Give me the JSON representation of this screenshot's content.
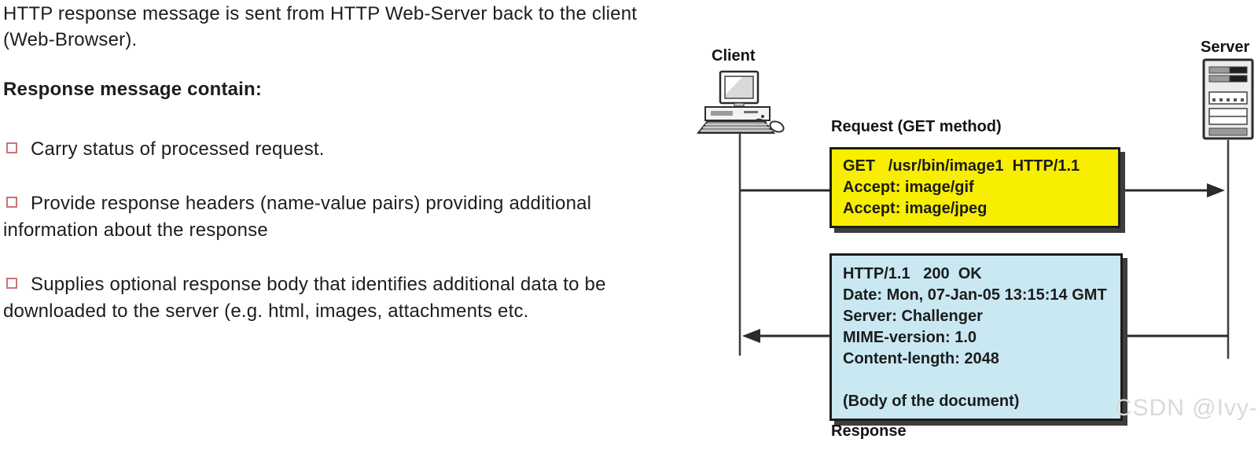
{
  "content": {
    "intro": "HTTP response message is sent from HTTP Web-Server back to the client (Web-Browser).",
    "heading": "Response message contain:",
    "bullets": [
      "Carry status of processed request.",
      "Provide response headers (name-value pairs) providing additional information about the response",
      "Supplies optional response body that identifies additional data to be downloaded to the server (e.g. html, images, attachments etc."
    ]
  },
  "diagram": {
    "client_label": "Client",
    "server_label": "Server",
    "request_label": "Request (GET method)",
    "request_box": {
      "lines": [
        "GET   /usr/bin/image1  HTTP/1.1",
        "Accept: image/gif",
        "Accept: image/jpeg"
      ]
    },
    "response_box": {
      "lines": [
        "HTTP/1.1   200  OK",
        "Date: Mon, 07-Jan-05 13:15:14 GMT",
        "Server: Challenger",
        "MIME-version: 1.0",
        "Content-length: 2048",
        "",
        "(Body of the document)"
      ]
    },
    "response_label": "Response",
    "colors": {
      "request_box_fill": "#f7ee00",
      "response_box_fill": "#c9e8f2",
      "box_border": "#1c1c1c",
      "box_shadow": "#3d3d3d",
      "line": "#3c3c3c",
      "bullet_square": "#cb7275"
    }
  },
  "watermark": {
    "text": "CSDN @Ivy-"
  }
}
